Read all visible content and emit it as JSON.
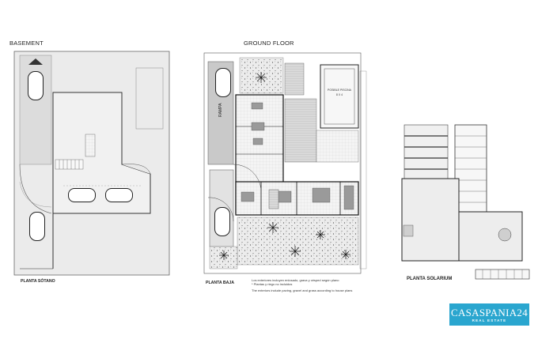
{
  "plans": {
    "basement": {
      "heading": "BASEMENT",
      "caption": "PLANTA SÓTANO"
    },
    "ground": {
      "heading": "GROUND FLOOR",
      "caption": "PLANTA BAJA",
      "ramp_label": "RAMPA",
      "pool_label": "POSIBLE PISCINA",
      "pool_size": "8 X 4",
      "notes": [
        "Los exteriores incluyen enlosado, grava y césped según plano",
        "* Plantas y riego no incluidos",
        "The exteriors include paving, gravel and grass according to house plans"
      ]
    },
    "solarium": {
      "caption": "PLANTA SOLARIUM"
    }
  },
  "logo": {
    "name": "CASASPANIA24",
    "tagline": "REAL ESTATE",
    "color": "#2aa6cf"
  }
}
